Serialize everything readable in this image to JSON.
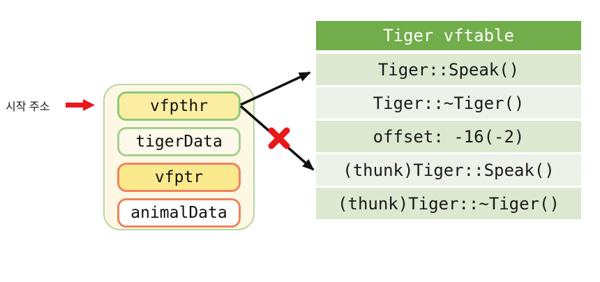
{
  "diagram": {
    "start_address_label": "시작 주소"
  },
  "memory": {
    "boxes": [
      {
        "label": "vfpthr",
        "fill": "#fbeea3",
        "border": "#8cc878"
      },
      {
        "label": "tigerData",
        "fill": "#fdf9ea",
        "border": "#a3d18e"
      },
      {
        "label": "vfptr",
        "fill": "#fbe98e",
        "border": "#f0825f"
      },
      {
        "label": "animalData",
        "fill": "#ffffff",
        "border": "#f0825f"
      }
    ],
    "container_fill": "#fdf8e4",
    "container_border": "#b6d8a5"
  },
  "vftable": {
    "title": "Tiger vftable",
    "rows": [
      "Tiger::Speak()",
      "Tiger::~Tiger()",
      "offset: -16(-2)",
      "(thunk)Tiger::Speak()",
      "(thunk)Tiger::~Tiger()"
    ],
    "header_bg": "#71ad4a",
    "row_dark_bg": "#dce8d0",
    "row_light_bg": "#edf2e9"
  },
  "icons": {
    "start_arrow": "red-block-right-arrow",
    "cross": "red-x-invalid-mark"
  },
  "colors": {
    "red": "#e9161a",
    "arrow_black": "#111111"
  }
}
